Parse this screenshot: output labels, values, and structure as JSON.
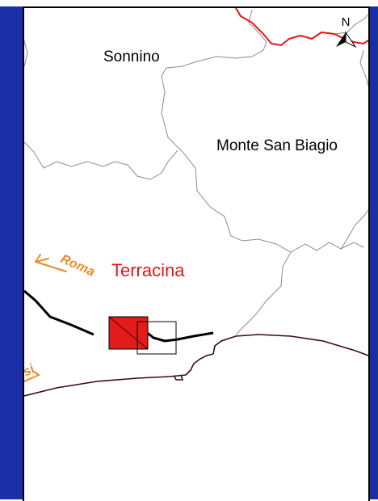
{
  "map": {
    "places": {
      "sonnino": "Sonnino",
      "monte_san_biagio": "Monte San Biagio",
      "terracina": "Terracina"
    },
    "road_labels": {
      "roma": "Roma",
      "partial": "si"
    },
    "north_label": "N",
    "colors": {
      "frame": "#1a2ea6",
      "boundary": "#8c8c8c",
      "regional_border": "#e0161b",
      "road_label": "#f08a24",
      "town_label": "#e0161b",
      "highway": "#000000",
      "coastline": "#3b0b0b",
      "site_marker": "#e31b1b"
    }
  }
}
